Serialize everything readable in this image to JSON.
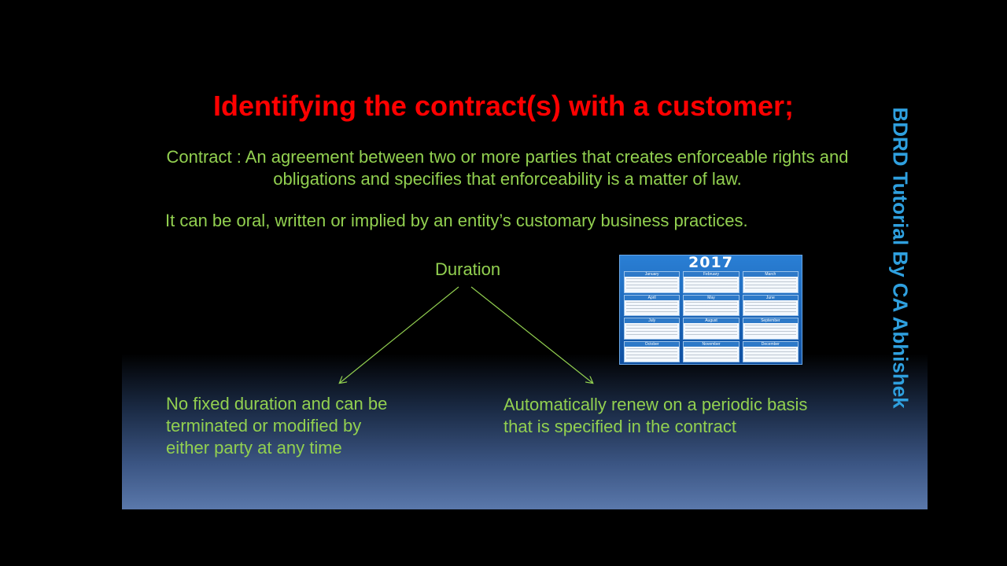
{
  "slide": {
    "title": "Identifying the contract(s) with a customer;",
    "definition": "Contract : An agreement between two or more parties that creates enforceable rights and obligations and specifies that enforceability is a matter of law.",
    "oral_note": "It can be oral, written or implied by an entity’s customary business practices.",
    "duration_label": "Duration",
    "left_branch": [
      "No fixed duration and can be",
      "terminated or modified by",
      "either party at any time"
    ],
    "right_branch": [
      "Automatically renew on a periodic basis",
      "that is specified in the contract"
    ],
    "side_label": "BDRD Tutorial  By CA Abhishek"
  },
  "calendar": {
    "year": "2017",
    "months": [
      "January",
      "February",
      "March",
      "April",
      "May",
      "June",
      "July",
      "August",
      "September",
      "October",
      "November",
      "December"
    ]
  },
  "colors": {
    "title": "#ff0000",
    "body_text": "#92d050",
    "side_label": "#2fa0df",
    "arrow": "#92d050"
  }
}
